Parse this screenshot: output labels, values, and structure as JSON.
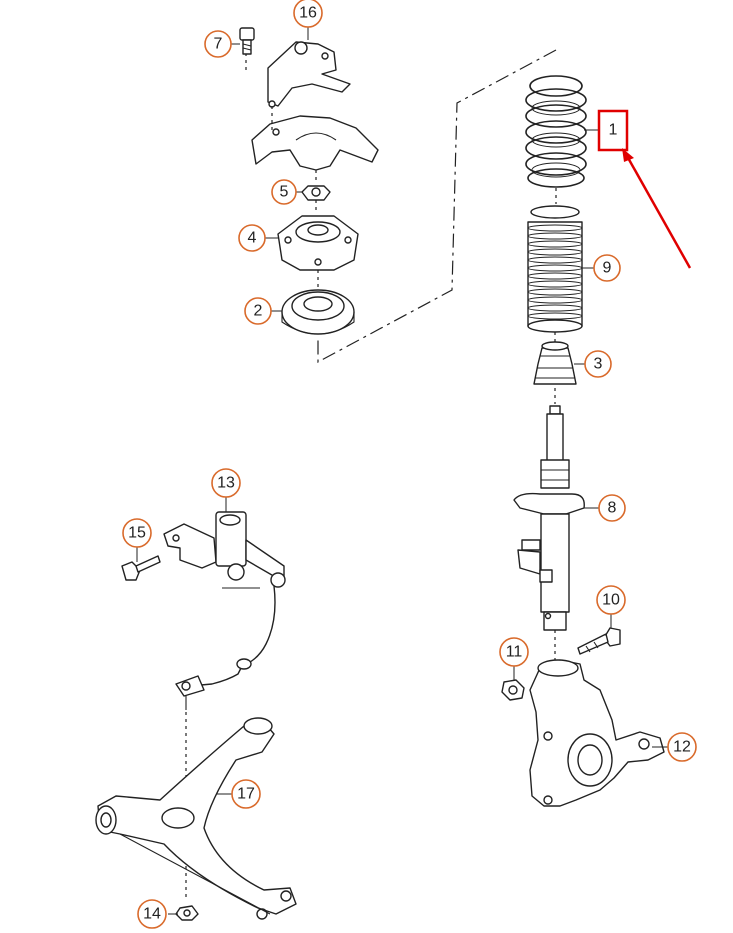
{
  "callouts": [
    {
      "id": "c1",
      "text": "1"
    },
    {
      "id": "c2",
      "text": "2"
    },
    {
      "id": "c3",
      "text": "3"
    },
    {
      "id": "c4",
      "text": "4"
    },
    {
      "id": "c5",
      "text": "5"
    },
    {
      "id": "c7",
      "text": "7"
    },
    {
      "id": "c8",
      "text": "8"
    },
    {
      "id": "c9",
      "text": "9"
    },
    {
      "id": "c10",
      "text": "10"
    },
    {
      "id": "c11",
      "text": "11"
    },
    {
      "id": "c12",
      "text": "12"
    },
    {
      "id": "c13",
      "text": "13"
    },
    {
      "id": "c14",
      "text": "14"
    },
    {
      "id": "c15",
      "text": "15"
    },
    {
      "id": "c16",
      "text": "16"
    },
    {
      "id": "c17",
      "text": "17"
    }
  ],
  "highlight": {
    "target": "1",
    "box_color": "#e00000",
    "arrow_color": "#e00000"
  },
  "colors": {
    "callout_border": "#d96a2b",
    "line": "#222222",
    "background": "#ffffff"
  }
}
